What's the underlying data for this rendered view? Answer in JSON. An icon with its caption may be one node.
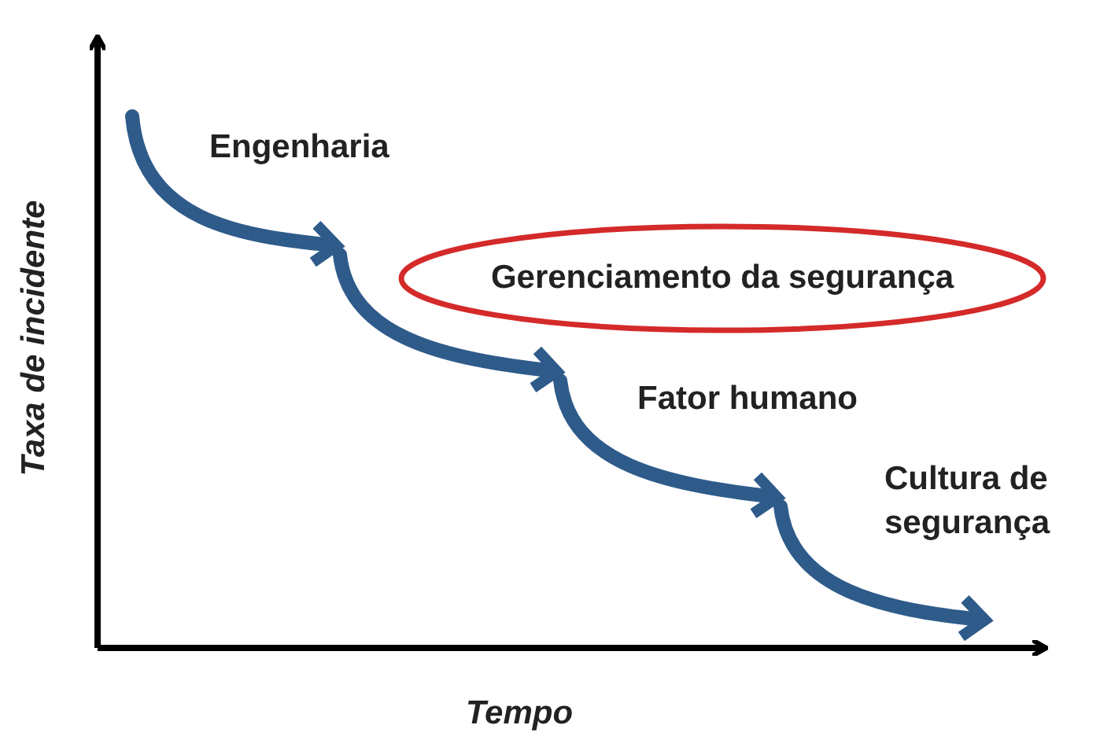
{
  "diagram": {
    "nodes": [
      {
        "text": [
          "Gerenciamento da segurança"
        ]
      }
    ],
    "labels": [
      "Engenharia",
      "Fator humano",
      "Cultura de segurança",
      "Taxa de incidente",
      "Tempo"
    ]
  }
}
